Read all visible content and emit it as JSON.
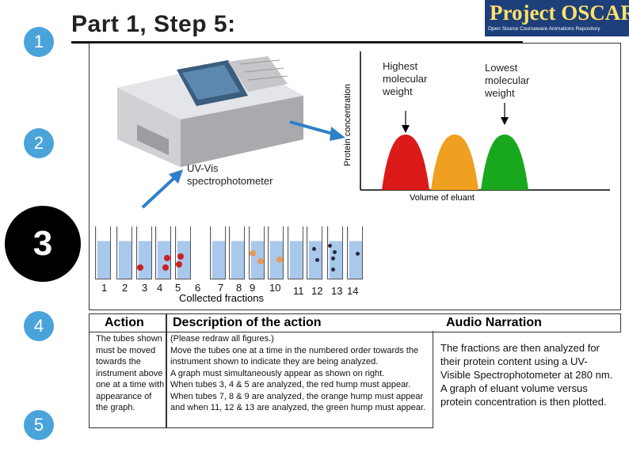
{
  "title": "Part 1, Step 5:",
  "logo": {
    "text_top": "Project OSCAR",
    "text_bottom": "Open Source Courseware Animations Repository"
  },
  "steps": [
    "1",
    "2",
    "3",
    "4",
    "5"
  ],
  "instrument_label": "UV-Vis\nspectrophotometer",
  "graph": {
    "ylabel": "Protein concentration",
    "xlabel": "Volume of eluant",
    "high_label": "Highest\nmolecular\nweight",
    "low_label": "Lowest\nmolecular\nweight"
  },
  "chart_data": {
    "type": "area",
    "xlabel": "Volume of eluant",
    "ylabel": "Protein concentration",
    "series": [
      {
        "color": "#dd1a1a",
        "peak_position": 1
      },
      {
        "color": "#f0a020",
        "peak_position": 2
      },
      {
        "color": "#19a81d",
        "peak_position": 3
      }
    ]
  },
  "tubes": {
    "numbers": [
      "1",
      "2",
      "3",
      "4",
      "5",
      "6",
      "7",
      "8",
      "9",
      "10",
      "11",
      "12",
      "13",
      "14"
    ],
    "caption": "Collected fractions",
    "colors": {
      "red": "#cc2222",
      "orange": "#e89a55",
      "dark": "#2a2a3a",
      "liquid": "#a8c8ec"
    }
  },
  "table": {
    "action_header": "Action",
    "description_header": "Description of the action",
    "audio_header": "Audio Narration",
    "action_text": "The tubes shown must be moved towards the instrument above one at a time with appearance of the graph.",
    "description_text": "(Please redraw all figures.)\nMove the tubes one at a time in the numbered order towards the instrument shown to indicate they are being analyzed.\nA graph must simultaneously appear as shown on right.\nWhen tubes 3, 4 & 5 are analyzed, the red hump must appear.\nWhen tubes 7, 8 & 9 are analyzed, the orange hump must appear and when 11, 12 & 13 are analyzed, the green hump must appear.",
    "narration_text": "The fractions are then analyzed for their protein content using a UV-Visible Spectrophotometer at 280 nm. A graph of eluant volume versus protein concentration is then plotted."
  }
}
